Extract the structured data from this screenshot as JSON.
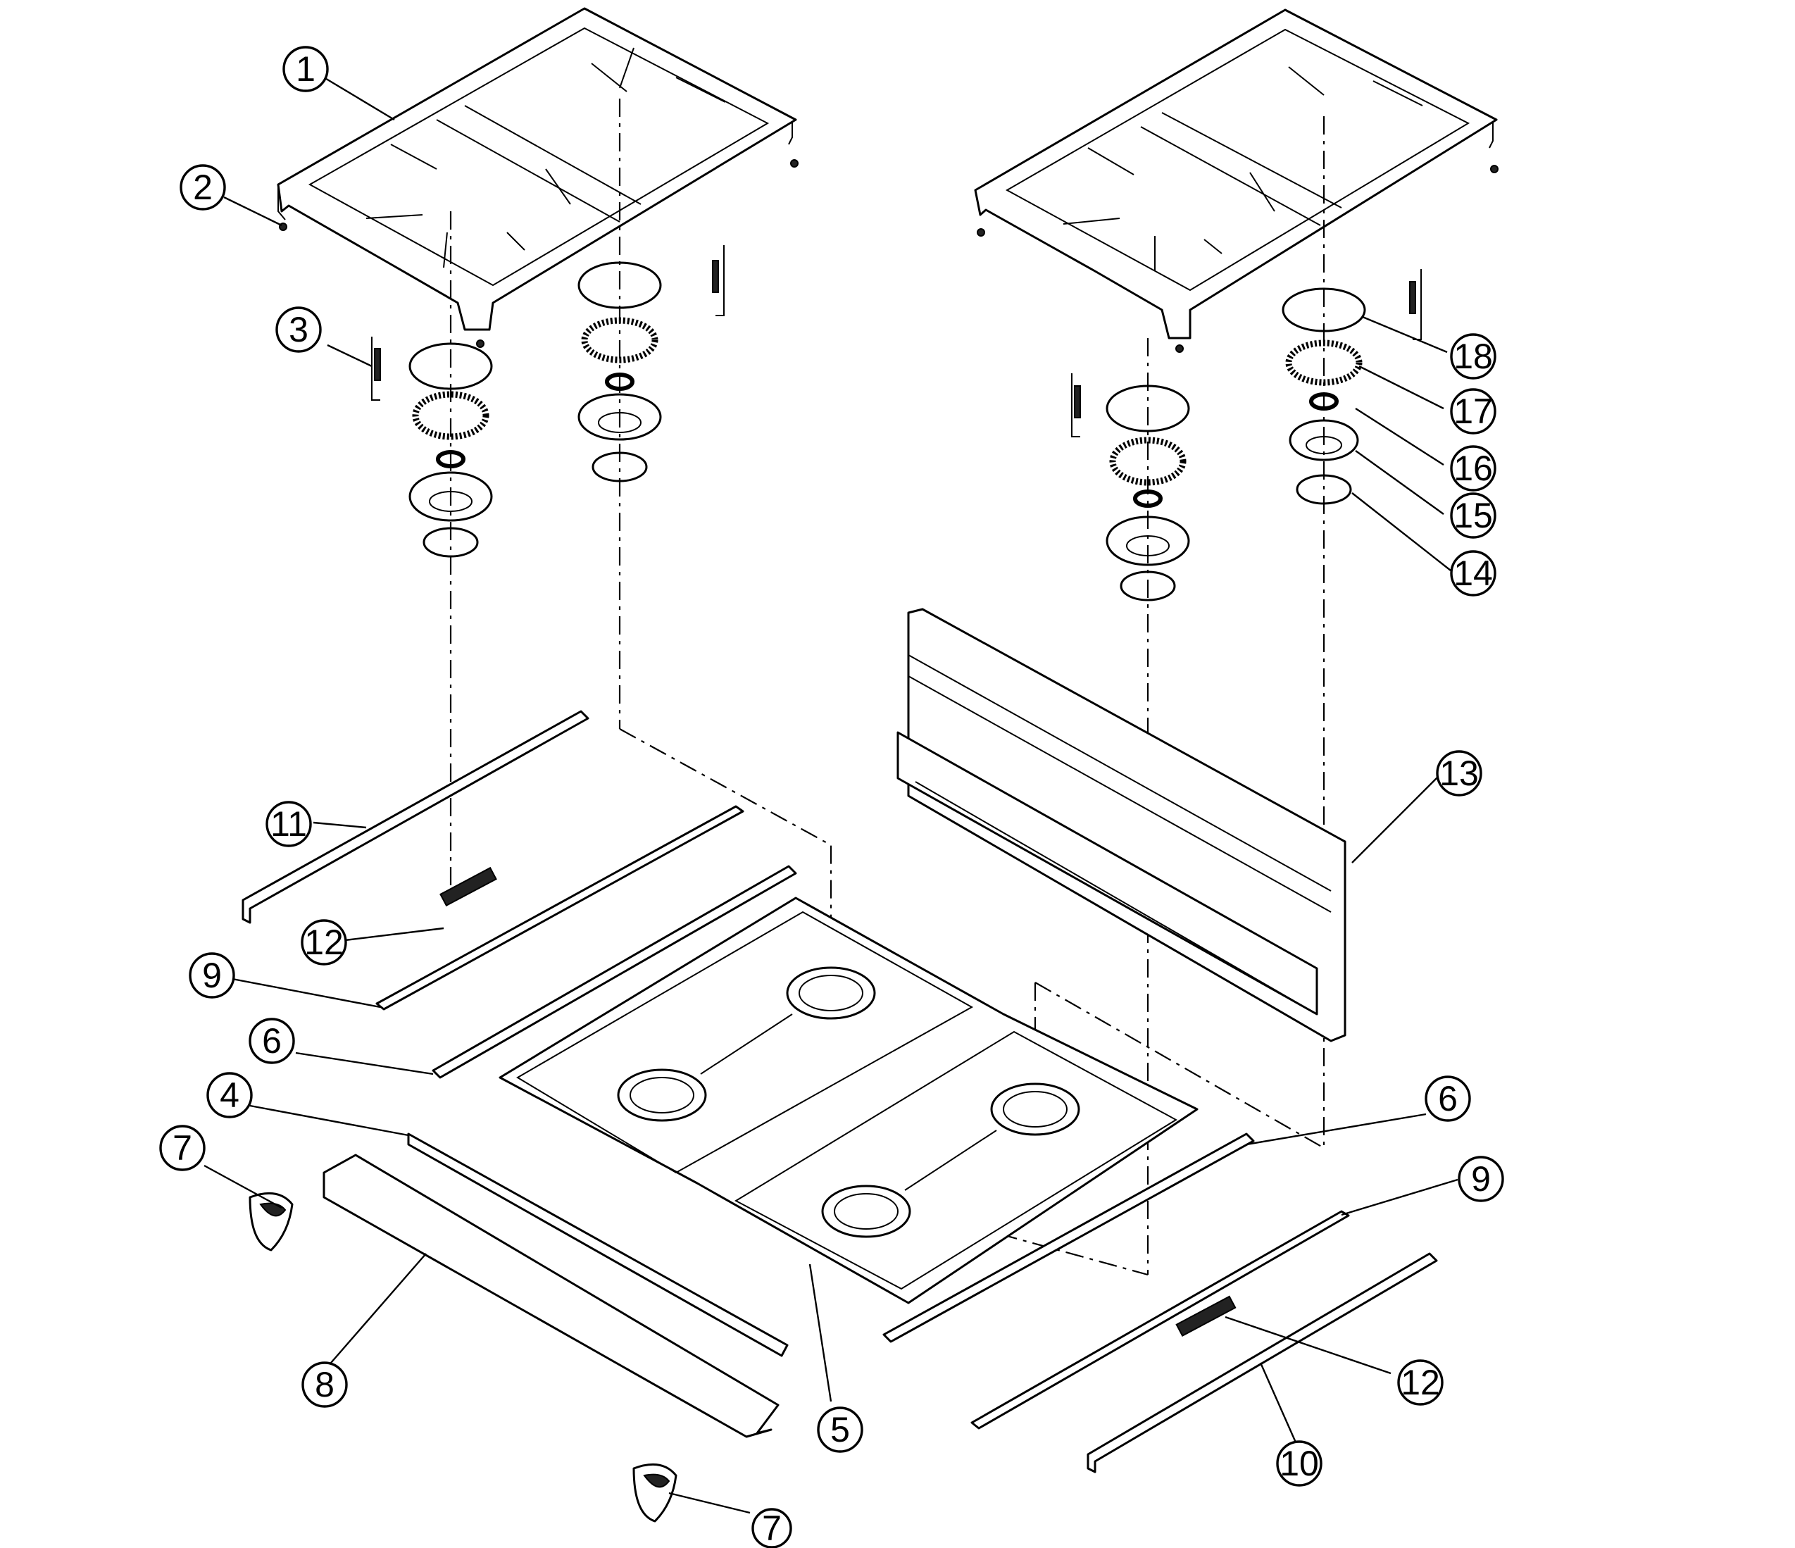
{
  "callouts": [
    {
      "id": "c1",
      "label": "1"
    },
    {
      "id": "c2",
      "label": "2"
    },
    {
      "id": "c3",
      "label": "3"
    },
    {
      "id": "c4",
      "label": "4"
    },
    {
      "id": "c5",
      "label": "5"
    },
    {
      "id": "c6a",
      "label": "6"
    },
    {
      "id": "c6b",
      "label": "6"
    },
    {
      "id": "c7a",
      "label": "7"
    },
    {
      "id": "c7b",
      "label": "7"
    },
    {
      "id": "c8",
      "label": "8"
    },
    {
      "id": "c9a",
      "label": "9"
    },
    {
      "id": "c9b",
      "label": "9"
    },
    {
      "id": "c10",
      "label": "10"
    },
    {
      "id": "c11",
      "label": "11"
    },
    {
      "id": "c12a",
      "label": "12"
    },
    {
      "id": "c12b",
      "label": "12"
    },
    {
      "id": "c13",
      "label": "13"
    },
    {
      "id": "c14",
      "label": "14"
    },
    {
      "id": "c15",
      "label": "15"
    },
    {
      "id": "c16",
      "label": "16"
    },
    {
      "id": "c17",
      "label": "17"
    },
    {
      "id": "c18",
      "label": "18"
    }
  ]
}
